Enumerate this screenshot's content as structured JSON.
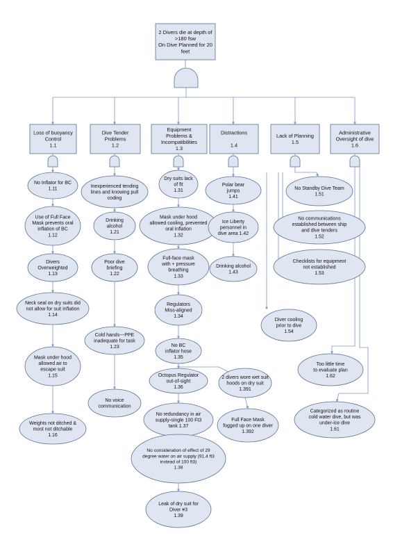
{
  "top_event": [
    "2 Divers die at depth of",
    ">180 fsw",
    "On Dive Planned for 20",
    "feet"
  ],
  "categories": [
    {
      "lines": [
        "Loss of buoyancy",
        "Control",
        "1.1"
      ]
    },
    {
      "lines": [
        "Dive Tender",
        "Problems",
        "1.2"
      ]
    },
    {
      "lines": [
        "Equipment",
        "Problems  &",
        "Incompatibilities",
        "1.3"
      ]
    },
    {
      "lines": [
        "Distractions",
        "",
        "1.4"
      ]
    },
    {
      "lines": [
        "Lack of Planning",
        "1.5"
      ]
    },
    {
      "lines": [
        "Administrative",
        "Oversight of dive",
        "1.6"
      ]
    }
  ],
  "events": [
    {
      "lines": [
        "No Inflator for BC",
        "1.11"
      ]
    },
    {
      "lines": [
        "Use of Full Face",
        "Mask prevents oral",
        "inflation of BC",
        "1.12"
      ]
    },
    {
      "lines": [
        "Divers",
        "Overweighted",
        "1.13"
      ]
    },
    {
      "lines": [
        "Neck seal on dry suits did",
        "not allow for suit inflation",
        "1.14"
      ]
    },
    {
      "lines": [
        "Mask under hood",
        "allowed air to",
        "escape suit",
        "1.15"
      ]
    },
    {
      "lines": [
        "Weights not ditched &",
        "most not ditchable",
        "1.16"
      ]
    },
    {
      "lines": [
        "Inexperienced tending",
        "lines and knowing pull",
        "coding"
      ]
    },
    {
      "lines": [
        "Drinking",
        "alcohol",
        "1.21"
      ]
    },
    {
      "lines": [
        "Poor dive",
        "briefing",
        "1.22"
      ]
    },
    {
      "lines": [
        "Cold hands---PPE",
        "inadequate for task",
        "1.23"
      ]
    },
    {
      "lines": [
        "No voice",
        "communication"
      ]
    },
    {
      "lines": [
        "Dry suits lack",
        "of fit",
        "1.31"
      ]
    },
    {
      "lines": [
        "Mask under hood",
        "allowed cooling, prevented",
        "oral inflation",
        "1.32"
      ]
    },
    {
      "lines": [
        "Full-face mask",
        "with + pressure",
        "breathing",
        "1.33"
      ]
    },
    {
      "lines": [
        "Regulators",
        "Miss-aligned",
        "1.34"
      ]
    },
    {
      "lines": [
        "No BC",
        "inflator hose",
        "1.35"
      ]
    },
    {
      "lines": [
        "Octopus Regulator",
        "out-of-sight",
        "1.36"
      ]
    },
    {
      "lines": [
        "No redundancy in air",
        "supply-single  100 Ft3",
        "tank 1.37"
      ]
    },
    {
      "lines": [
        "No consideration of effect of 29",
        "degree water on air supply (91.4 ft3",
        "instead of 100 ft3)",
        "1.38"
      ]
    },
    {
      "lines": [
        "Leak of dry suit for",
        "Diver #3",
        "1.39"
      ]
    },
    {
      "lines": [
        "2 divers wore wet suit",
        "hoods on dry suit",
        "1.391"
      ]
    },
    {
      "lines": [
        "Full Face Mask",
        "fogged up on one diver",
        "1.392"
      ]
    },
    {
      "lines": [
        "Polar bear",
        "jumps",
        "1.41"
      ]
    },
    {
      "lines": [
        "Ice Liberty",
        "personnel in",
        "dive area 1.42"
      ]
    },
    {
      "lines": [
        "Drinking alcohol",
        "1.43"
      ]
    },
    {
      "lines": [
        "No Standby Dive Team",
        "1.51"
      ]
    },
    {
      "lines": [
        "No communications",
        "established between ship",
        "and dive tenders",
        "1.52"
      ]
    },
    {
      "lines": [
        "Checklists for equipment",
        "not established",
        "1.53"
      ]
    },
    {
      "lines": [
        "Diver cooling",
        "prior to dive",
        "1.54"
      ]
    },
    {
      "lines": [
        "Too little time",
        "to evaluate plan",
        "1.62"
      ]
    },
    {
      "lines": [
        "Categorized as routine",
        "cold water dive, but was",
        "under-ice dive",
        "1.61"
      ]
    }
  ]
}
